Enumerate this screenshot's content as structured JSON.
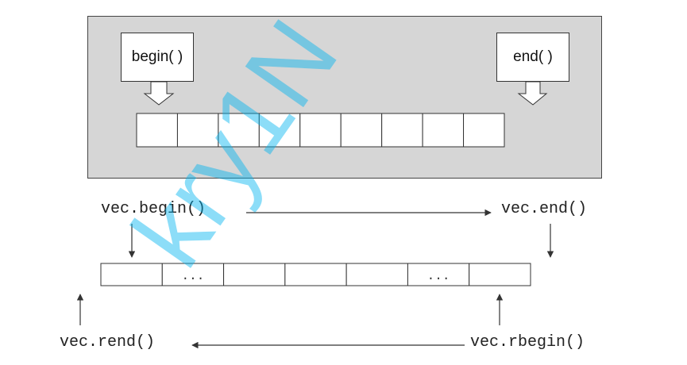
{
  "top_panel": {
    "begin_label": "begin( )",
    "end_label": "end( )",
    "cell_count": 9
  },
  "bottom": {
    "begin_label": "vec.begin()",
    "end_label": "vec.end()",
    "rend_label": "vec.rend()",
    "rbegin_label": "vec.rbegin()",
    "cells": [
      "",
      "...",
      "",
      "",
      "",
      "...",
      ""
    ]
  },
  "watermark": {
    "text": "kry1N",
    "color": "#00b4f0"
  }
}
